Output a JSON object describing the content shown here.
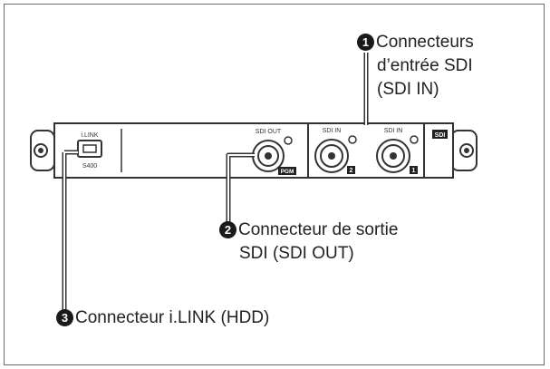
{
  "callouts": {
    "sdi_in": {
      "number": "1",
      "line1": "Connecteurs",
      "line2": "d’entrée SDI",
      "line3": "(SDI IN)"
    },
    "sdi_out": {
      "number": "2",
      "line1": "Connecteur de sortie",
      "line2": "SDI (SDI OUT)"
    },
    "ilink": {
      "number": "3",
      "line1": "Connecteur i.LINK (HDD)"
    }
  },
  "panel": {
    "ilink_label": "i.LINK",
    "s400_label": "S400",
    "sdi_out_label": "SDI OUT",
    "pgm_label": "PGM",
    "sdi_in_2_label": "SDI IN",
    "sdi_in_1_label": "SDI IN",
    "port_2_number": "2",
    "port_1_number": "1",
    "sdi_badge": "SDI"
  }
}
